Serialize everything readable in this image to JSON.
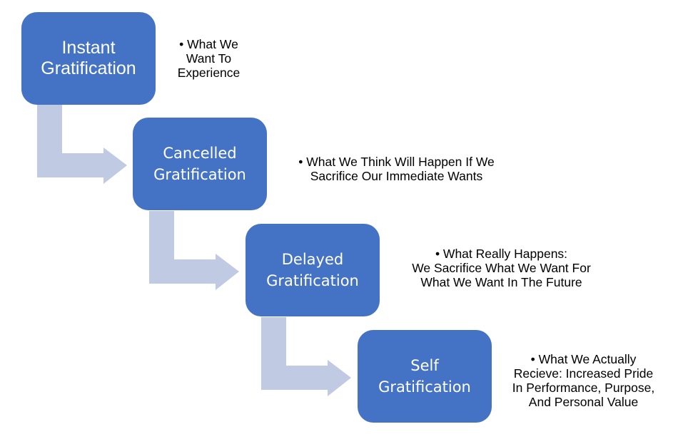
{
  "diagram": {
    "type": "descending-process-steps",
    "colors": {
      "box_fill": "#4472c4",
      "box_text": "#ffffff",
      "arrow_fill": "#c0cae3",
      "desc_text": "#000000"
    },
    "steps": [
      {
        "title_lines": [
          "Instant",
          "Gratification"
        ],
        "description_lines": [
          "• What We",
          "Want To",
          "Experience"
        ]
      },
      {
        "title_lines": [
          "Cancelled",
          "Gratification"
        ],
        "description_lines": [
          "• What We Think Will Happen If We",
          "Sacrifice Our Immediate Wants"
        ]
      },
      {
        "title_lines": [
          "Delayed",
          "Gratification"
        ],
        "description_lines": [
          "• What Really Happens:",
          "We Sacrifice What We Want For",
          "What We Want In The Future"
        ]
      },
      {
        "title_lines": [
          "Self",
          "Gratification"
        ],
        "description_lines": [
          "• What We Actually",
          "Recieve: Increased Pride",
          "In Performance, Purpose,",
          "And Personal Value"
        ]
      }
    ]
  }
}
